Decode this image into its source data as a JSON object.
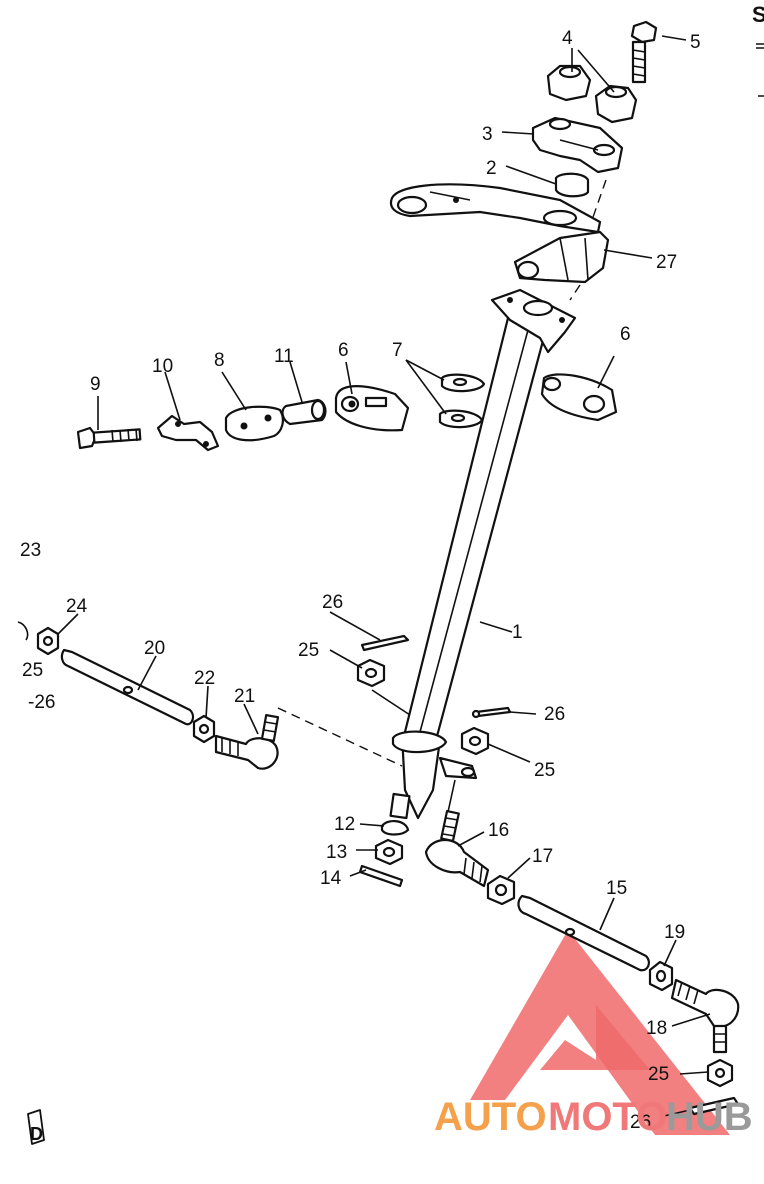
{
  "diagram": {
    "callouts": [
      {
        "id": "c1",
        "text": "1"
      },
      {
        "id": "c2",
        "text": "2"
      },
      {
        "id": "c3",
        "text": "3"
      },
      {
        "id": "c4",
        "text": "4"
      },
      {
        "id": "c5",
        "text": "5"
      },
      {
        "id": "c6a",
        "text": "6"
      },
      {
        "id": "c6b",
        "text": "6"
      },
      {
        "id": "c7",
        "text": "7"
      },
      {
        "id": "c8",
        "text": "8"
      },
      {
        "id": "c9",
        "text": "9"
      },
      {
        "id": "c10",
        "text": "10"
      },
      {
        "id": "c11",
        "text": "11"
      },
      {
        "id": "c12",
        "text": "12"
      },
      {
        "id": "c13",
        "text": "13"
      },
      {
        "id": "c14",
        "text": "14"
      },
      {
        "id": "c15",
        "text": "15"
      },
      {
        "id": "c16",
        "text": "16"
      },
      {
        "id": "c17",
        "text": "17"
      },
      {
        "id": "c18",
        "text": "18"
      },
      {
        "id": "c19",
        "text": "19"
      },
      {
        "id": "c20",
        "text": "20"
      },
      {
        "id": "c21",
        "text": "21"
      },
      {
        "id": "c22",
        "text": "22"
      },
      {
        "id": "c23",
        "text": "23"
      },
      {
        "id": "c24",
        "text": "24"
      },
      {
        "id": "c25a",
        "text": "25"
      },
      {
        "id": "c25b",
        "text": "25"
      },
      {
        "id": "c25c",
        "text": "25"
      },
      {
        "id": "c25d",
        "text": "25"
      },
      {
        "id": "c26a",
        "text": "26"
      },
      {
        "id": "c26b",
        "text": "26"
      },
      {
        "id": "c26c",
        "text": "26"
      },
      {
        "id": "c26d",
        "text": "-26"
      },
      {
        "id": "c27",
        "text": "27"
      }
    ],
    "corner_mark": "S",
    "page_mark": "D"
  },
  "watermark": {
    "word_1": "AUTO",
    "word_2": "MOTO",
    "word_3": "HUB",
    "color_1": "#f5a04a",
    "color_2": "#f07878",
    "color_3": "#9a9a9a",
    "logo_color": "#f06a6a"
  }
}
